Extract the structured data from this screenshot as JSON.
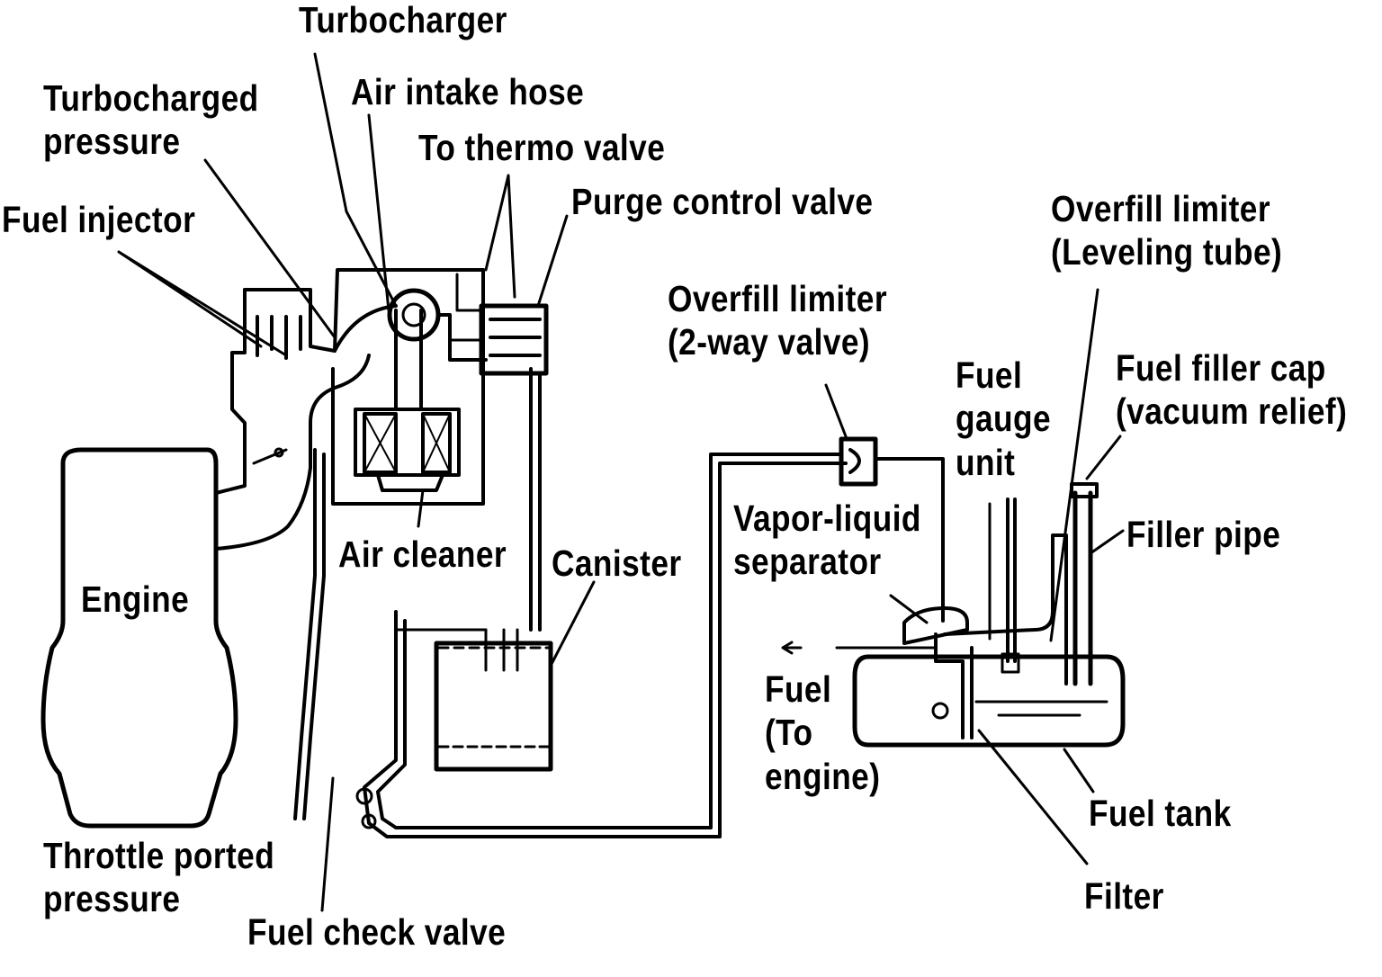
{
  "labels": {
    "turbocharger": "Turbocharger",
    "turbocharged_pressure": "Turbocharged\npressure",
    "fuel_injector": "Fuel injector",
    "air_intake_hose": "Air intake hose",
    "to_thermo_valve": "To thermo valve",
    "purge_control_valve": "Purge control valve",
    "overfill_limiter_leveling": "Overfill limiter\n(Leveling tube)",
    "overfill_limiter_2way": "Overfill limiter\n(2-way valve)",
    "fuel_filler_cap": "Fuel filler cap\n(vacuum relief)",
    "fuel_gauge_unit": "Fuel\ngauge\nunit",
    "vapor_liquid_separator": "Vapor-liquid\nseparator",
    "filler_pipe": "Filler pipe",
    "air_cleaner": "Air cleaner",
    "canister": "Canister",
    "engine": "Engine",
    "fuel_to_engine": "Fuel\n(To\nengine)",
    "fuel_tank": "Fuel tank",
    "filter": "Filter",
    "throttle_ported_pressure": "Throttle ported\npressure",
    "fuel_check_valve": "Fuel check valve"
  },
  "colors": {
    "line": "#000000",
    "background": "#ffffff"
  }
}
